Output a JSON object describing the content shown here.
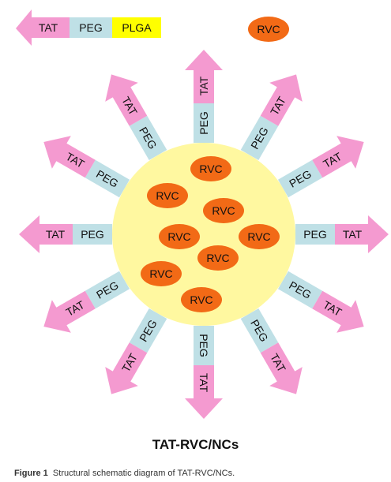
{
  "colors": {
    "tat": "#f49ad0",
    "peg": "#bfe0e6",
    "plga": "#ffff00",
    "core": "#fff8a0",
    "rvc": "#f26a16"
  },
  "legend": {
    "tat": "TAT",
    "peg": "PEG",
    "plga": "PLGA",
    "rvc": "RVC"
  },
  "arms": [
    {
      "tat": "TAT",
      "peg": "PEG"
    },
    {
      "tat": "TAT",
      "peg": "PEG"
    },
    {
      "tat": "TAT",
      "peg": "PEG"
    },
    {
      "tat": "TAT",
      "peg": "PEG"
    },
    {
      "tat": "TAT",
      "peg": "PEG"
    },
    {
      "tat": "TAT",
      "peg": "PEG"
    },
    {
      "tat": "TAT",
      "peg": "PEG"
    },
    {
      "tat": "TAT",
      "peg": "PEG"
    },
    {
      "tat": "TAT",
      "peg": "PEG"
    },
    {
      "tat": "TAT",
      "peg": "PEG"
    },
    {
      "tat": "TAT",
      "peg": "PEG"
    },
    {
      "tat": "TAT",
      "peg": "PEG"
    }
  ],
  "core_particles": [
    "RVC",
    "RVC",
    "RVC",
    "RVC",
    "RVC",
    "RVC",
    "RVC",
    "RVC"
  ],
  "title": "TAT-RVC/NCs",
  "caption": {
    "label": "Figure 1",
    "text": "Structural schematic diagram of TAT-RVC/NCs."
  }
}
